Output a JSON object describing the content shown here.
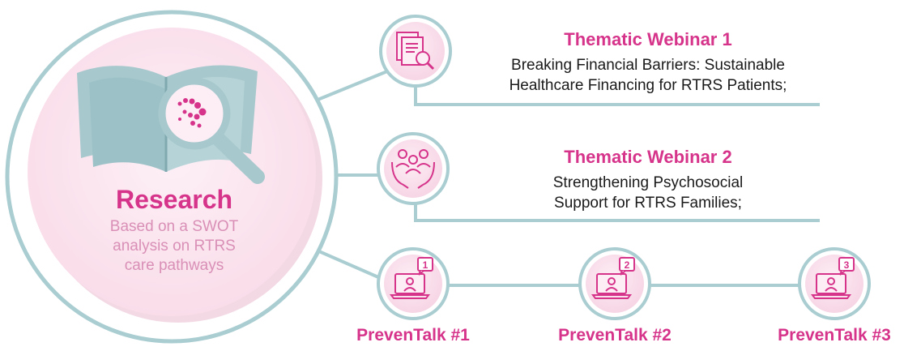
{
  "research": {
    "title": "Research",
    "subtitle_lines": [
      "Based on a SWOT",
      "analysis on RTRS",
      "care pathways"
    ]
  },
  "webinars": [
    {
      "title": "Thematic Webinar 1",
      "description_lines": [
        "Breaking Financial Barriers: Sustainable",
        "Healthcare Financing for RTRS Patients;"
      ],
      "icon": "document-magnifier-icon"
    },
    {
      "title": "Thematic Webinar 2",
      "description_lines": [
        "Strengthening Psychosocial",
        "Support for RTRS Families;"
      ],
      "icon": "people-in-hands-icon"
    }
  ],
  "preventalks": [
    {
      "label": "PrevenTalk #1",
      "badge": "1",
      "icon": "laptop-chat-icon"
    },
    {
      "label": "PrevenTalk #2",
      "badge": "2",
      "icon": "laptop-chat-icon"
    },
    {
      "label": "PrevenTalk #3",
      "badge": "3",
      "icon": "laptop-chat-icon"
    }
  ],
  "colors": {
    "accent_pink": "#d6338a",
    "soft_pink": "#fdebf3",
    "teal_line": "#a9cdd1",
    "research_subtitle": "#d98fb6"
  }
}
